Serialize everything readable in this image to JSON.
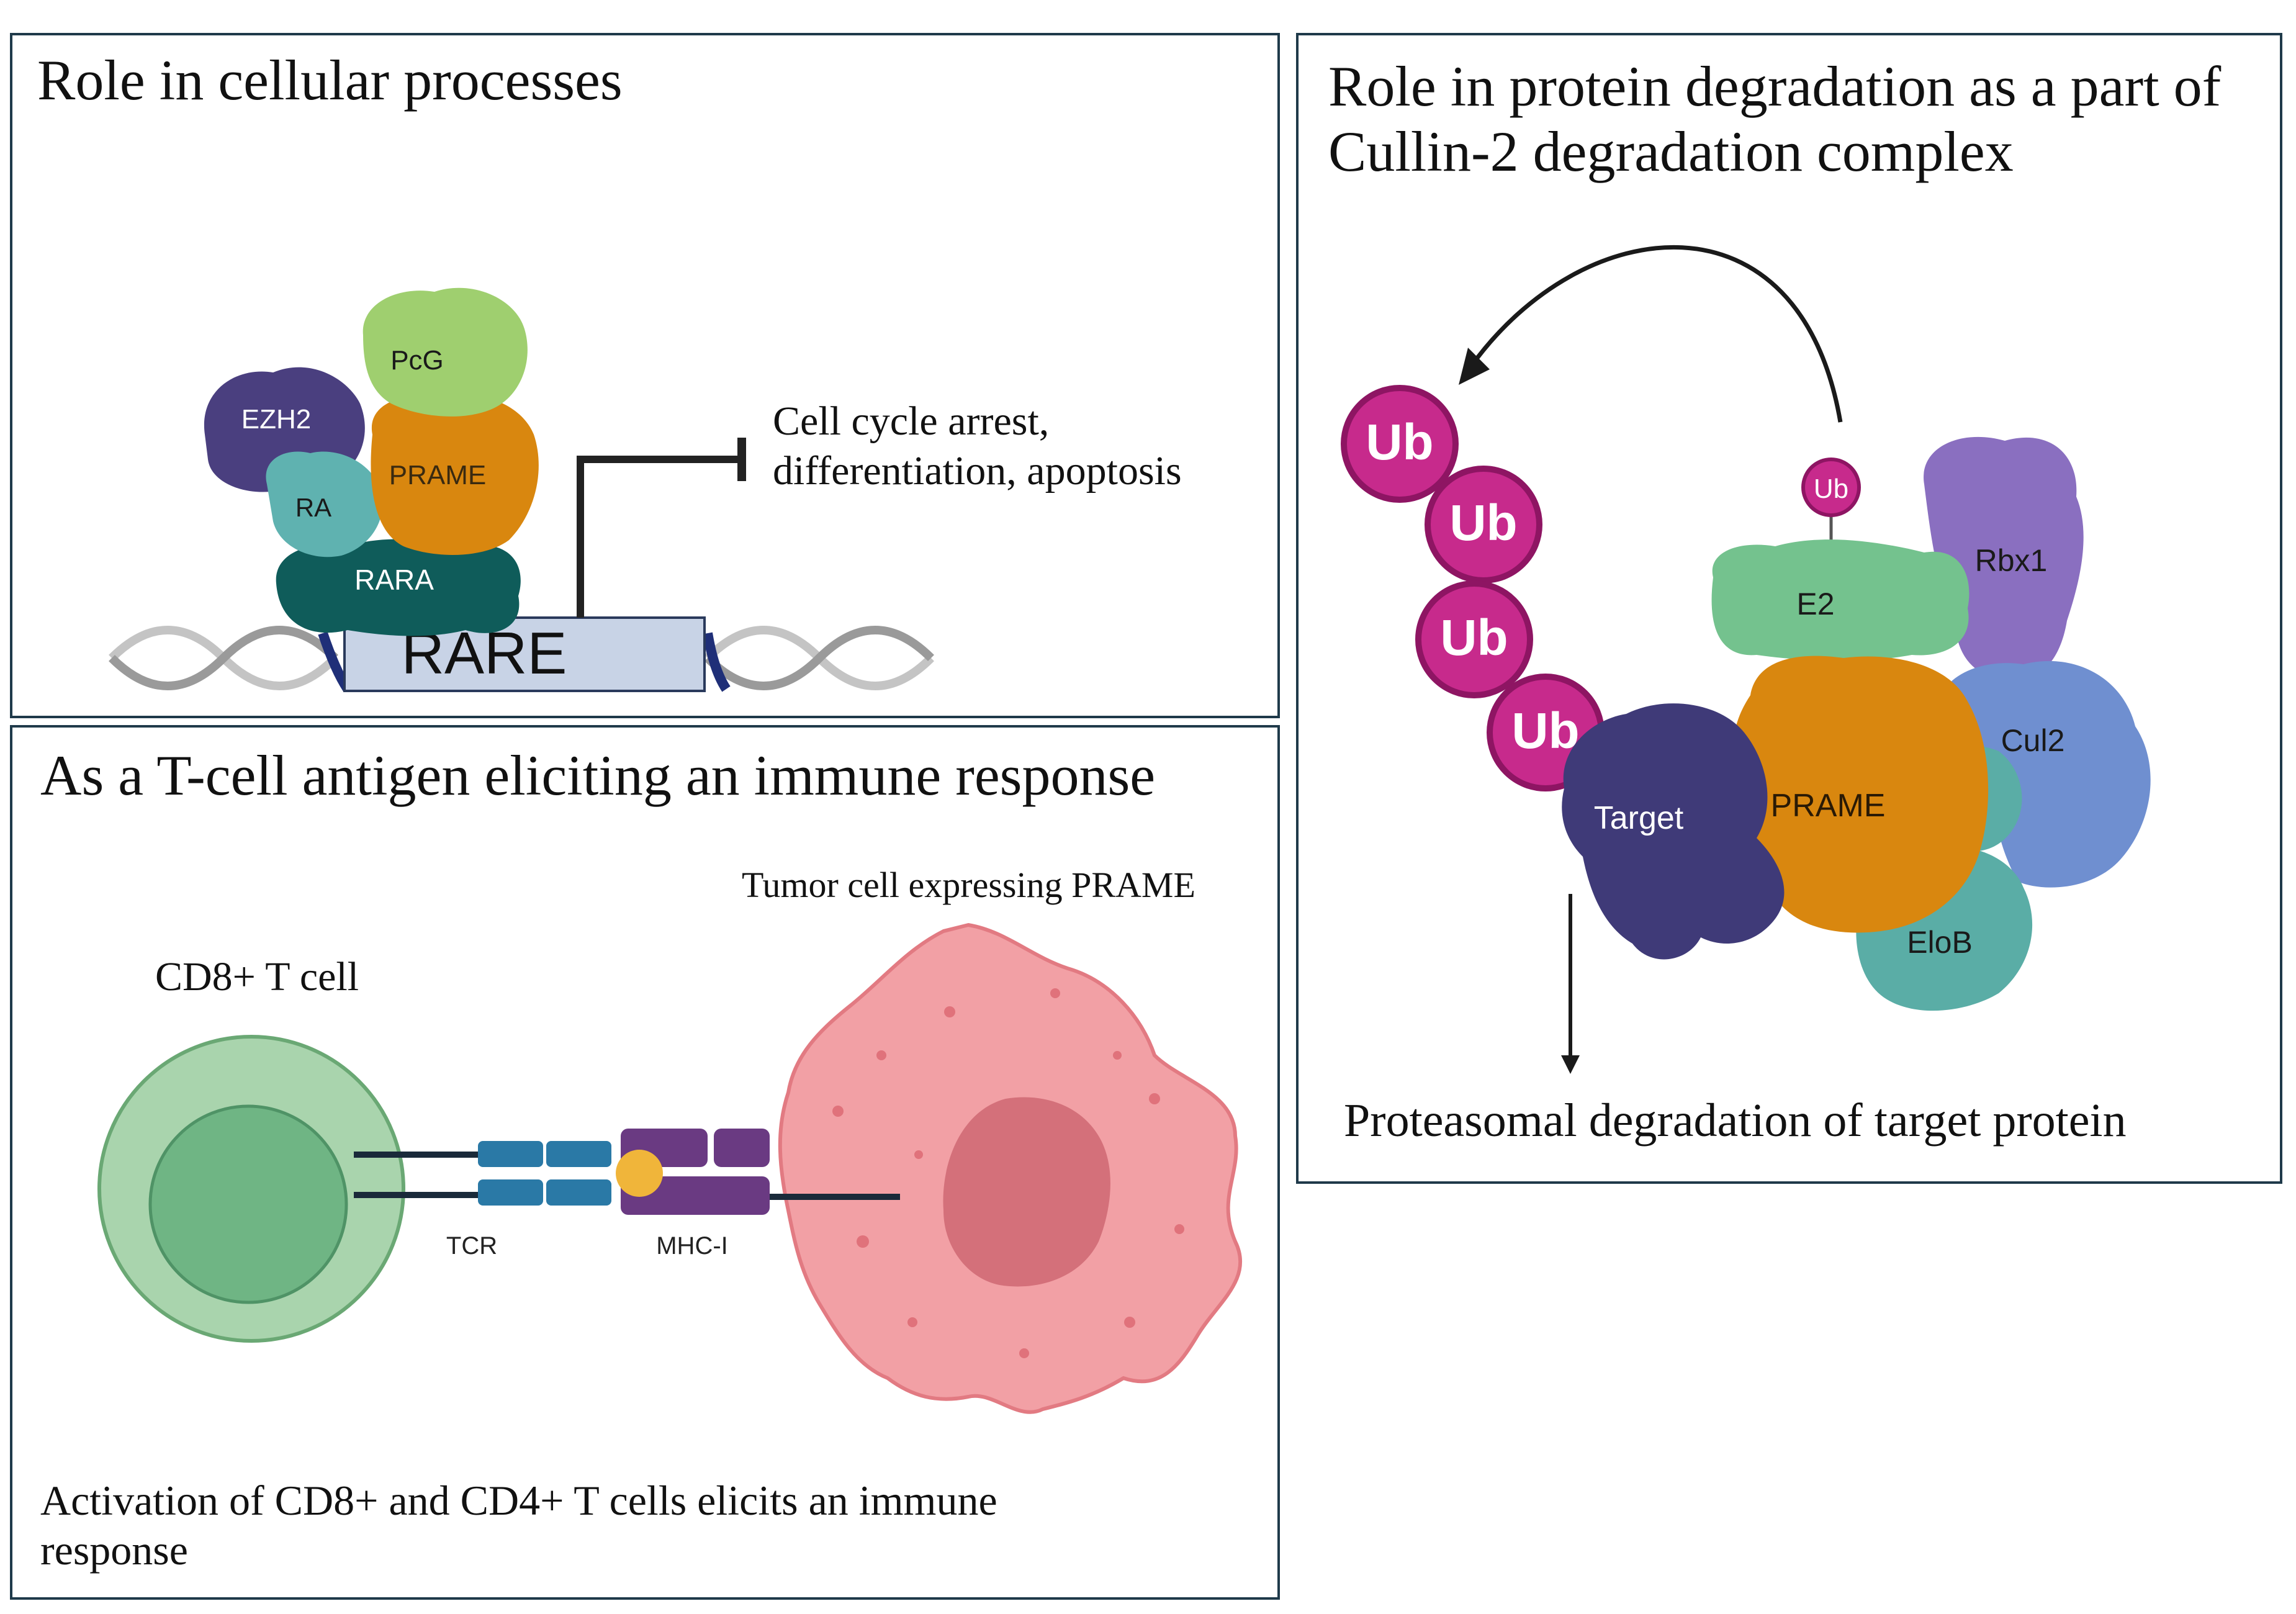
{
  "panels": {
    "cellular": {
      "title": "Role in cellular processes",
      "labels": {
        "pcg": "PcG",
        "ezh2": "EZH2",
        "prame": "PRAME",
        "ra": "RA",
        "rara": "RARA",
        "rare": "RARE"
      },
      "outcome_line1": "Cell cycle arrest,",
      "outcome_line2": "differentiation, apoptosis"
    },
    "immune": {
      "title": "As a T-cell antigen eliciting an immune response",
      "tumor_label": "Tumor cell expressing PRAME",
      "tcell_label": "CD8+ T cell",
      "tcr_label": "TCR",
      "mhc_label": "MHC-I",
      "caption_line1": "Activation of CD8+ and CD4+ T cells elicits an immune",
      "caption_line2": "response"
    },
    "degradation": {
      "title_line1": "Role in protein degradation as a part of",
      "title_line2": "Cullin-2 degradation complex",
      "ub_chain": [
        "Ub",
        "Ub",
        "Ub",
        "Ub"
      ],
      "ub_small": "Ub",
      "labels": {
        "e2": "E2",
        "rbx1": "Rbx1",
        "cul2": "Cul2",
        "target": "Target",
        "prame": "PRAME",
        "elob": "EloB"
      },
      "caption": "Proteasomal degradation of target protein"
    }
  },
  "colors": {
    "border": "#1f3a4a",
    "pcg": "#9fcf6f",
    "ezh2": "#4a3f7f",
    "prame": "#d9870f",
    "ra": "#5fb2b0",
    "rara": "#0f5c5a",
    "rare": "#c8d3e6",
    "tcell_outer": "#a9d4ad",
    "tcell_inner": "#6fb584",
    "tumor": "#f2a0a5",
    "nucleus": "#d4707a",
    "tcr": "#2a79a6",
    "mhc": "#6a3a82",
    "peptide": "#f0b53a",
    "ub": "#c72a8c",
    "e2": "#74c28e",
    "rbx1": "#8a6fc0",
    "cul2": "#6f8fd0",
    "target": "#3f3a78",
    "elob": "#5aada6"
  }
}
